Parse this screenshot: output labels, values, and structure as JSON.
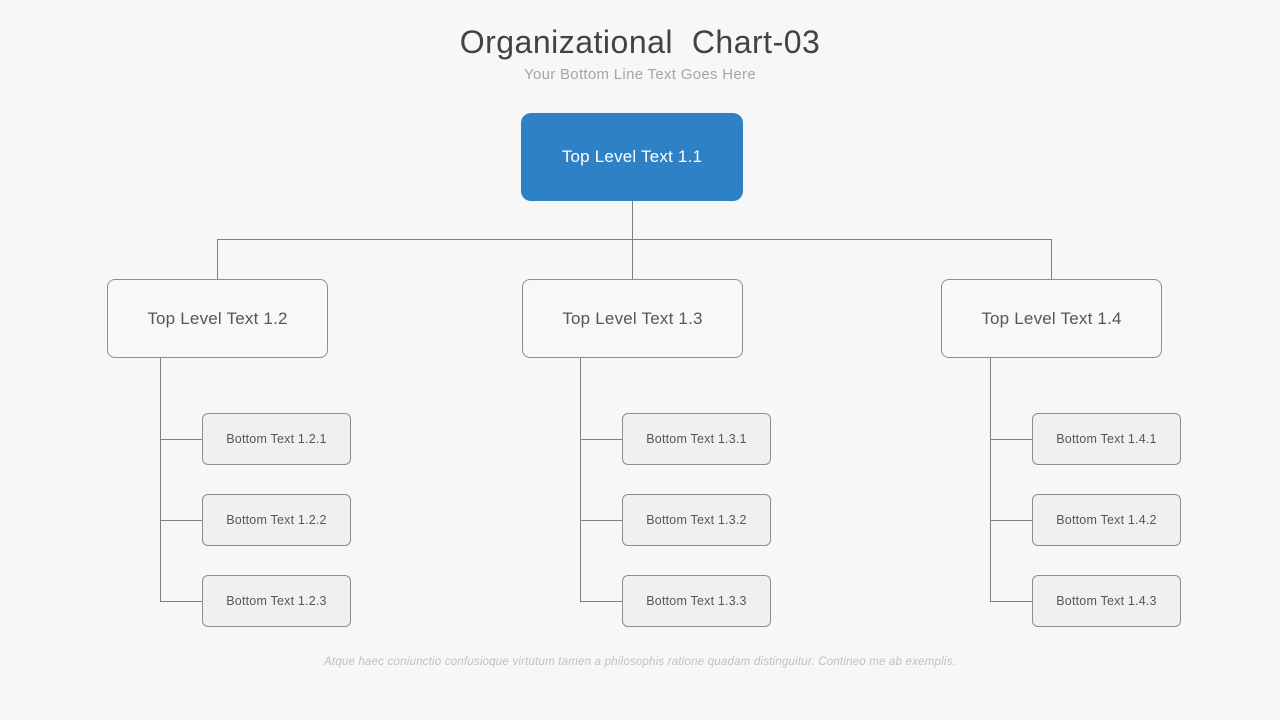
{
  "page": {
    "title": "Organizational  Chart-03",
    "subtitle": "Your Bottom Line Text Goes Here",
    "footer": "Atque haec coniunctio confusioque virtutum tamen a philosophis ratione quadam distinguitur. Contineo me ab exemplis."
  },
  "org": {
    "root": {
      "label": "Top Level Text 1.1"
    },
    "columns": [
      {
        "parent": "Top Level Text 1.2",
        "children": [
          "Bottom Text 1.2.1",
          "Bottom Text 1.2.2",
          "Bottom Text 1.2.3"
        ]
      },
      {
        "parent": "Top Level Text 1.3",
        "children": [
          "Bottom Text 1.3.1",
          "Bottom Text 1.3.2",
          "Bottom Text 1.3.3"
        ]
      },
      {
        "parent": "Top Level Text 1.4",
        "children": [
          "Bottom Text 1.4.1",
          "Bottom Text 1.4.2",
          "Bottom Text 1.4.3"
        ]
      }
    ]
  },
  "colors": {
    "background": "#f7f7f7",
    "accent_blue": "#2e81c4",
    "root_text": "#ffffff",
    "parent_fill": "#f8f8f8",
    "child_fill": "#f0f0f0",
    "box_border": "#8e8e8e",
    "connector": "#7f7f7f",
    "title_text": "#424242",
    "subtitle_text": "#a6a6a6",
    "box_text": "#565656",
    "footer_text": "#c0c0c0"
  }
}
